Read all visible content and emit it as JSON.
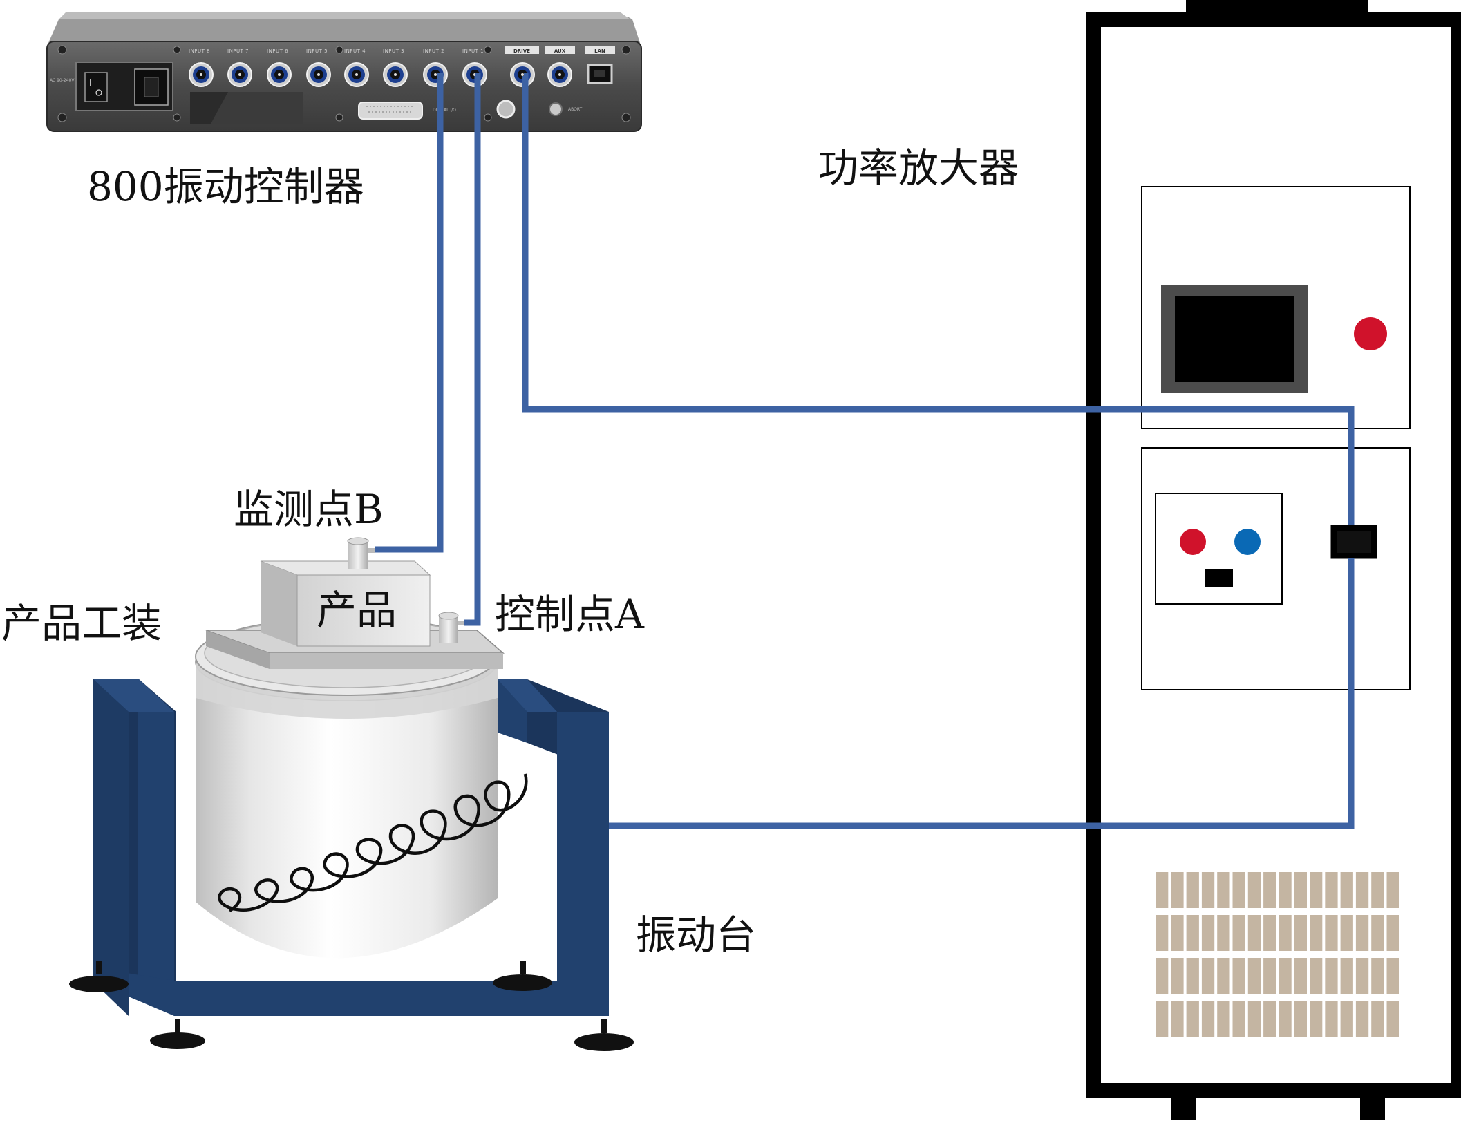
{
  "labels": {
    "controller": "800振动控制器",
    "amplifier": "功率放大器",
    "monitor_point": "监测点B",
    "product": "产品",
    "control_point": "控制点A",
    "fixture": "产品工装",
    "shaker": "振动台"
  },
  "controller_panel": {
    "inputs": [
      "INPUT 8",
      "INPUT 7",
      "INPUT 6",
      "INPUT 5",
      "INPUT 4",
      "INPUT 3",
      "INPUT 2",
      "INPUT 1"
    ],
    "drive": "DRIVE",
    "aux": "AUX",
    "lan": "LAN",
    "digital_io": "DIGITAL I/O",
    "abort": "ABORT"
  },
  "colors": {
    "cable": "#3d62a3",
    "shaker_frame": "#21416e",
    "shaker_frame_dark": "#1b355b",
    "amp_outline": "#000000",
    "red_indicator": "#d0122b",
    "blue_indicator": "#0a69b5",
    "vent": "#c4b5a2"
  }
}
